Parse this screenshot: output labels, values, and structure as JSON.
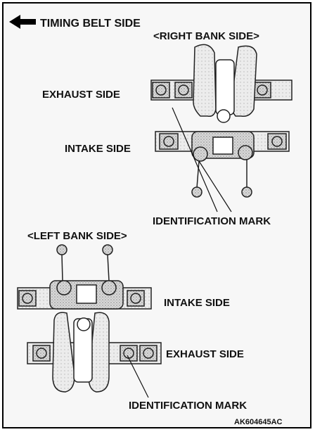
{
  "header": {
    "direction_label": "TIMING BELT SIDE"
  },
  "right_bank": {
    "title": "<RIGHT BANK SIDE>",
    "exhaust_label": "EXHAUST SIDE",
    "intake_label": "INTAKE SIDE",
    "mark_label": "IDENTIFICATION MARK"
  },
  "left_bank": {
    "title": "<LEFT BANK SIDE>",
    "intake_label": "INTAKE SIDE",
    "exhaust_label": "EXHAUST SIDE",
    "mark_label": "IDENTIFICATION MARK"
  },
  "figure_code": "AK604645AC"
}
